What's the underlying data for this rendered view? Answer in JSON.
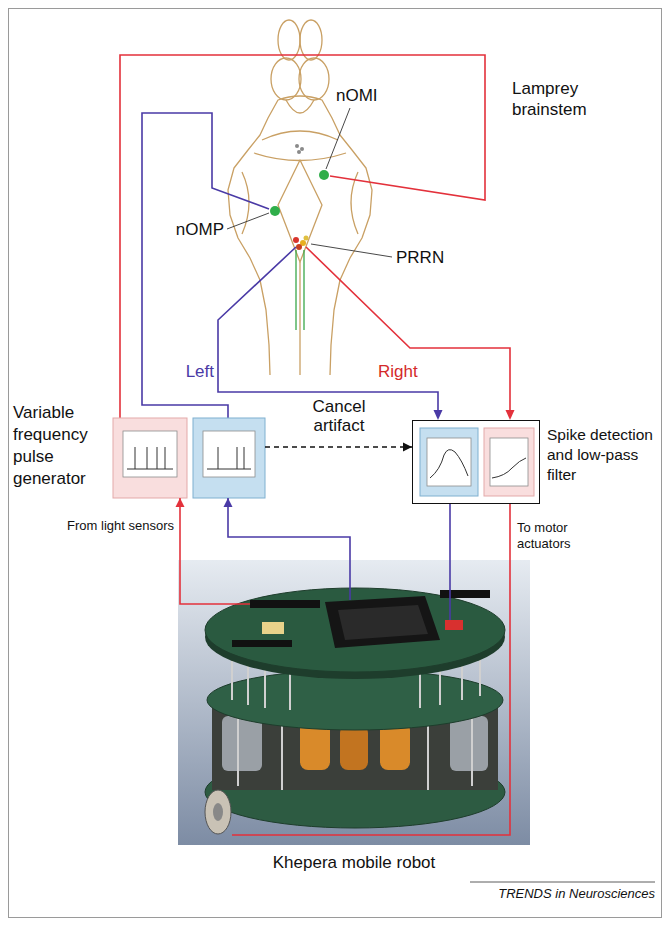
{
  "diagram": {
    "nodes": [
      {
        "text": [
          "Variable frequency pulse generator"
        ]
      },
      {
        "text": [
          "Spike detection and low-pass filter"
        ]
      },
      {
        "text": [
          "Khepera mobile robot"
        ]
      }
    ],
    "edges": [
      {
        "from": 2,
        "to": 0,
        "arrow": "to",
        "label": "From light sensors"
      },
      {
        "from": 2,
        "to": 0,
        "arrow": "to"
      },
      {
        "from": 0,
        "to": 1,
        "arrow": "to",
        "label": "Cancel artifact"
      },
      {
        "from": 1,
        "to": 2,
        "arrow": "none"
      },
      {
        "from": 1,
        "to": 2,
        "arrow": "none",
        "label": "To motor actuators"
      }
    ],
    "labels": [
      "Lamprey brainstem",
      "nOMI",
      "nOMP",
      "PRRN",
      "Left",
      "Right",
      "TRENDS in Neurosciences"
    ]
  }
}
